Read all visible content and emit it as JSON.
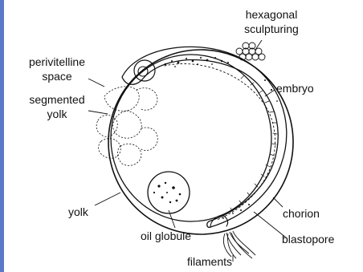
{
  "labels": {
    "hexagonal": "hexagonal",
    "sculpturing": "sculpturing",
    "perivitelline": "perivitelline",
    "space": "space",
    "embryo": "embryo",
    "segmented": "segmented",
    "yolk_word": "yolk",
    "yolk": "yolk",
    "chorion": "chorion",
    "oil_globule": "oil globule",
    "blastopore": "blastopore",
    "filaments": "filaments"
  },
  "colors": {
    "frame": "#5b79c9",
    "ink": "#111111"
  }
}
